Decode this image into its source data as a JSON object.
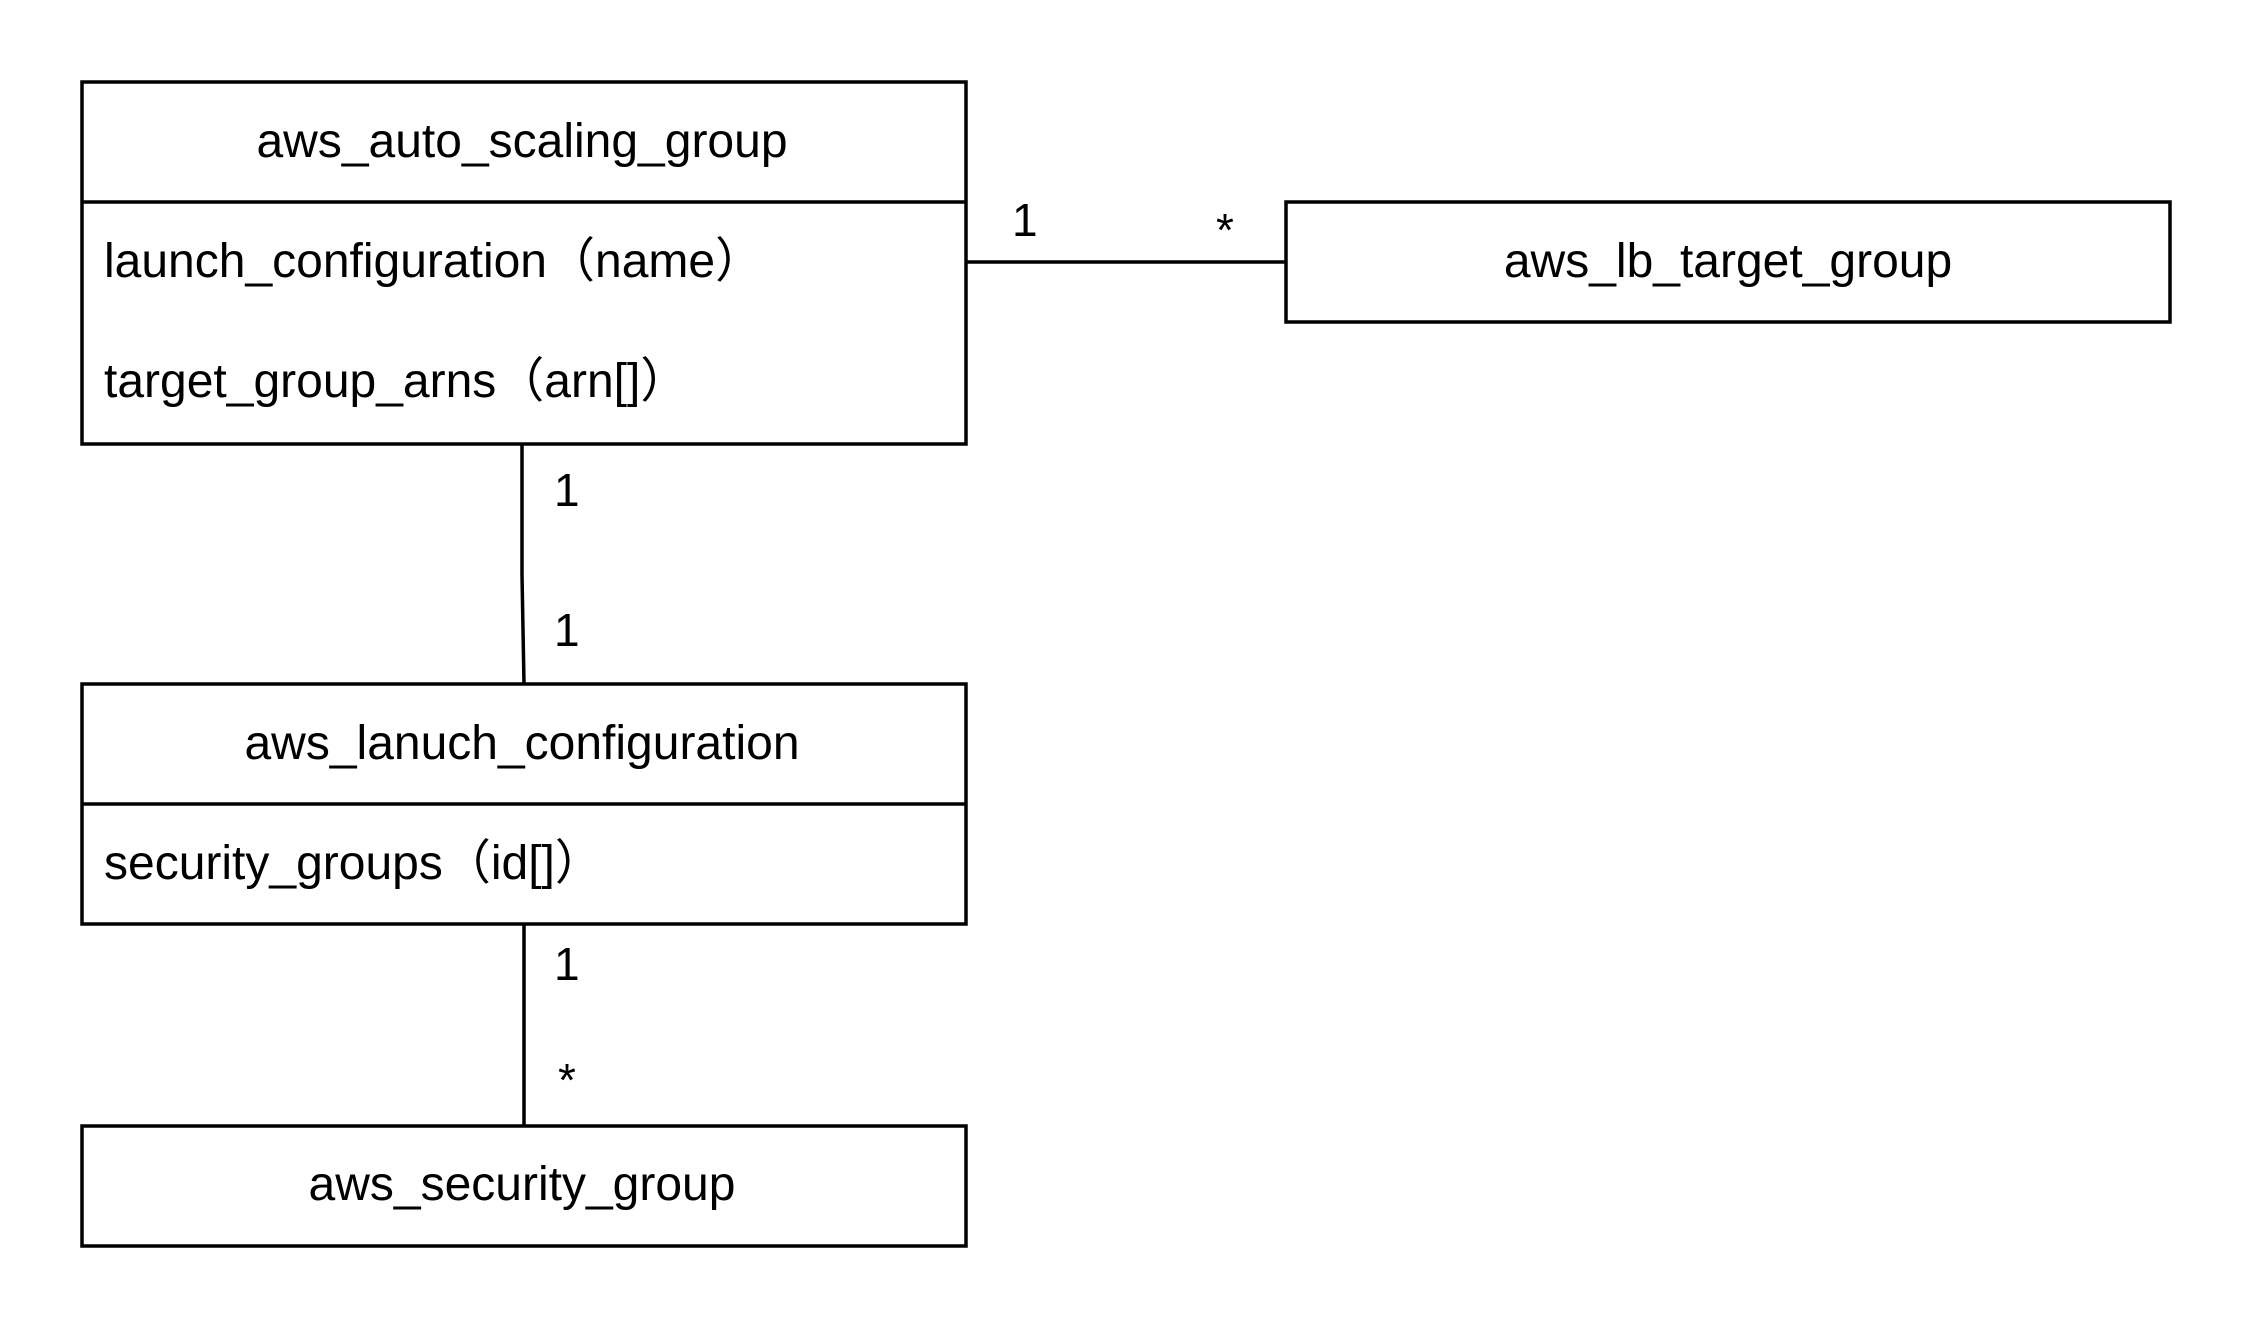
{
  "classes": {
    "auto_scaling_group": {
      "name": "aws_auto_scaling_group",
      "attributes": [
        "launch_configuration（name）",
        "target_group_arns（arn[]）"
      ]
    },
    "lb_target_group": {
      "name": "aws_lb_target_group"
    },
    "launch_configuration": {
      "name": "aws_lanuch_configuration",
      "attributes": [
        "security_groups（id[]）"
      ]
    },
    "security_group": {
      "name": "aws_security_group"
    }
  },
  "associations": {
    "asg_to_target_group": {
      "from": "1",
      "to": "*"
    },
    "asg_to_launch_config": {
      "from": "1",
      "to": "1"
    },
    "launch_config_to_security_group": {
      "from": "1",
      "to": "*"
    }
  }
}
